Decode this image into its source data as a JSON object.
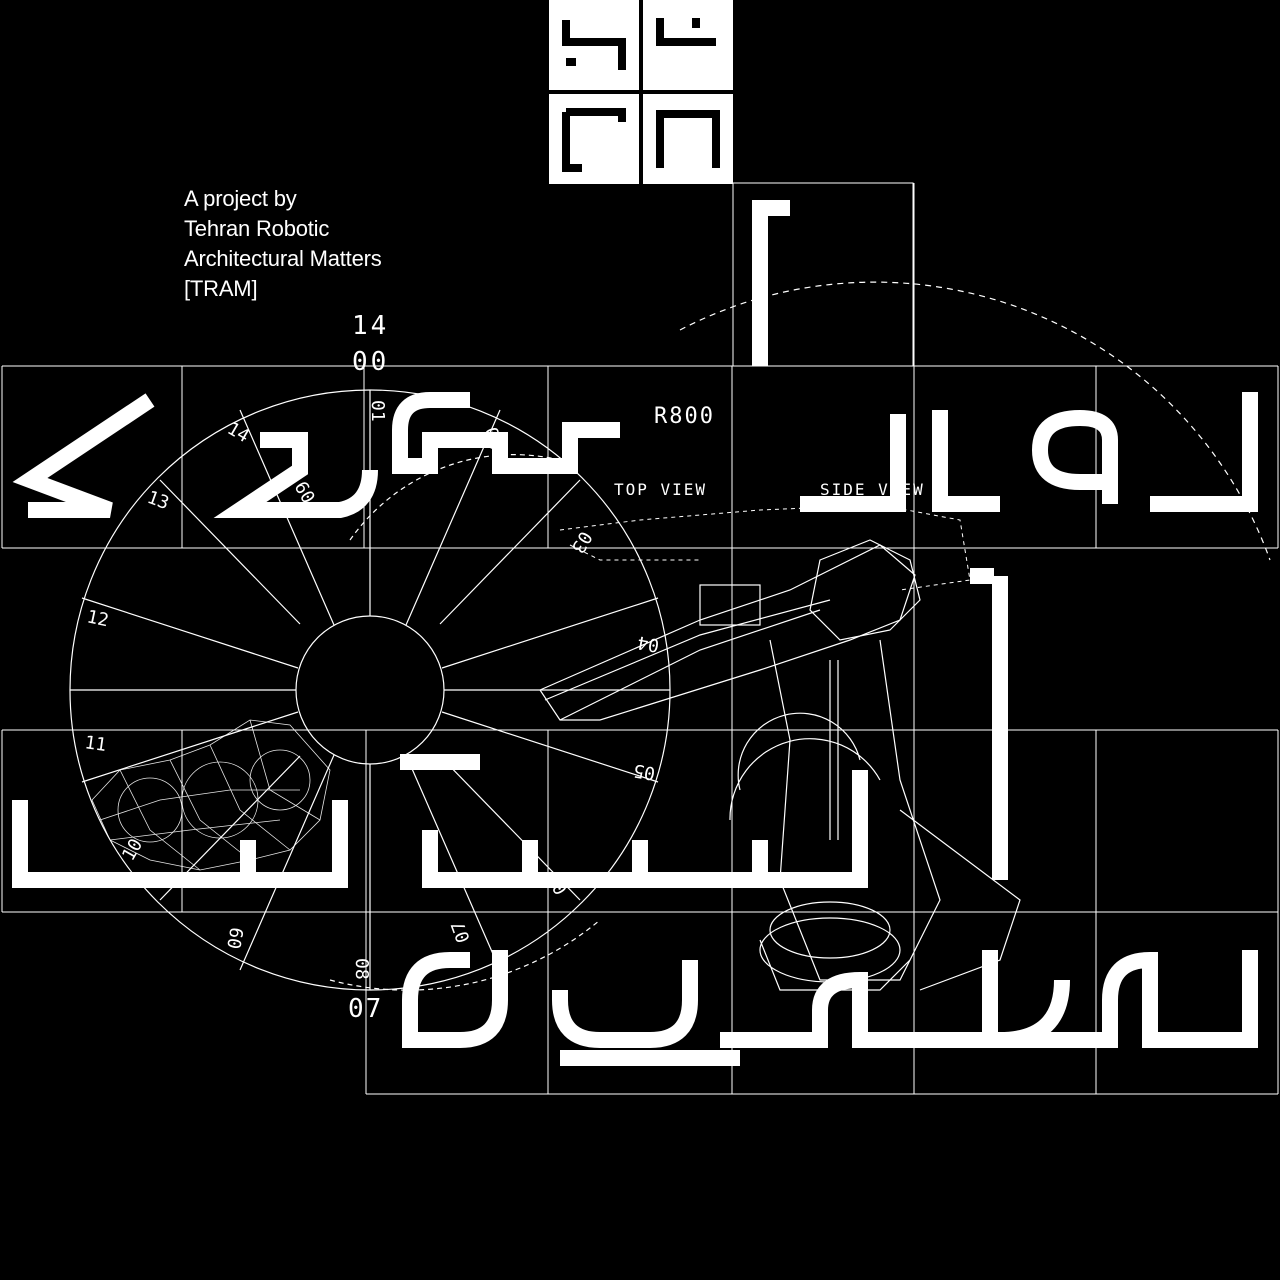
{
  "credit": {
    "line1": "A project by",
    "line2": "Tehran Robotic",
    "line3": "Architectural Matters",
    "line4": "[TRAM]"
  },
  "labels": {
    "year_top": "14",
    "year_bottom": "00",
    "year_small": "07",
    "radius": "R800",
    "top_view": "TOP VIEW",
    "side_view": "SIDE VIEW",
    "dial": [
      "01",
      "02",
      "03",
      "04",
      "05",
      "06",
      "07",
      "08",
      "09",
      "10",
      "11",
      "12",
      "13",
      "14",
      "60"
    ]
  },
  "colors": {
    "background": "#000000",
    "ink": "#ffffff"
  }
}
